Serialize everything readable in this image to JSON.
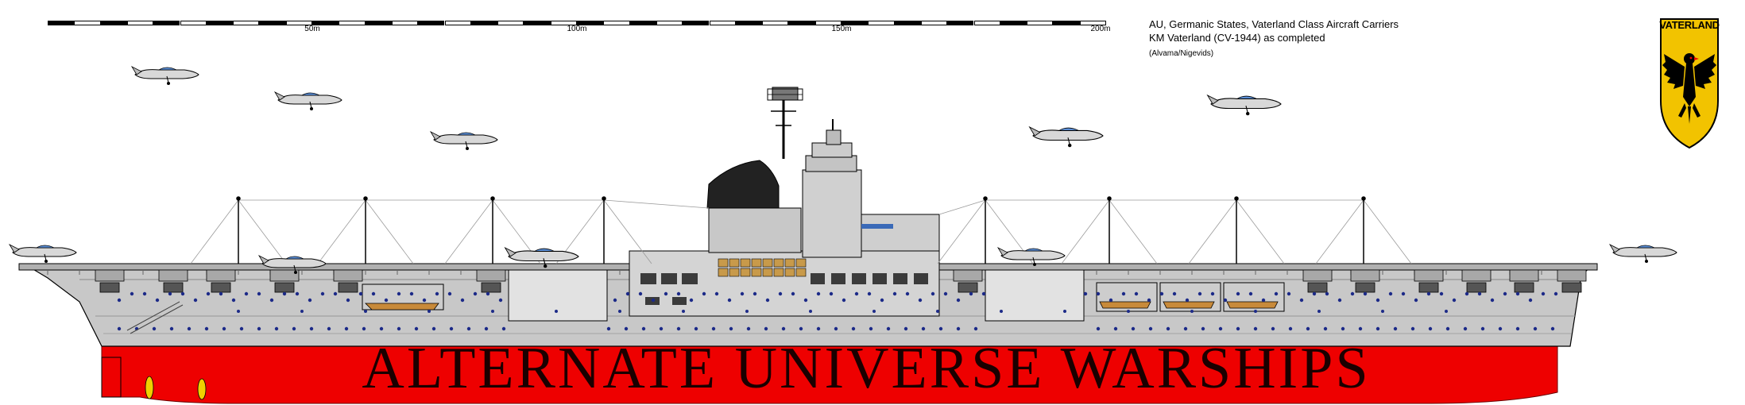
{
  "scale": {
    "labels": [
      "50m",
      "100m",
      "150m",
      "200m"
    ]
  },
  "caption": {
    "line1": "AU, Germanic States, Vaterland Class Aircraft Carriers",
    "line2": "KM Vaterland (CV-1944) as completed",
    "line3": "(Alvama/Nigevids)"
  },
  "crest": {
    "text": "VATERLAND"
  },
  "watermark": {
    "text": "ALTERNATE UNIVERSE WARSHIPS"
  },
  "colors": {
    "hull_grey": "#c8c8c8",
    "below_waterline": "#ee0000",
    "deck_dark": "#4a4a4a",
    "funnel": "#222222",
    "crest_gold": "#f2c300",
    "eagle": "#000000",
    "aircraft_blue": "#5a8ed6",
    "porthole": "#1c2a88"
  }
}
